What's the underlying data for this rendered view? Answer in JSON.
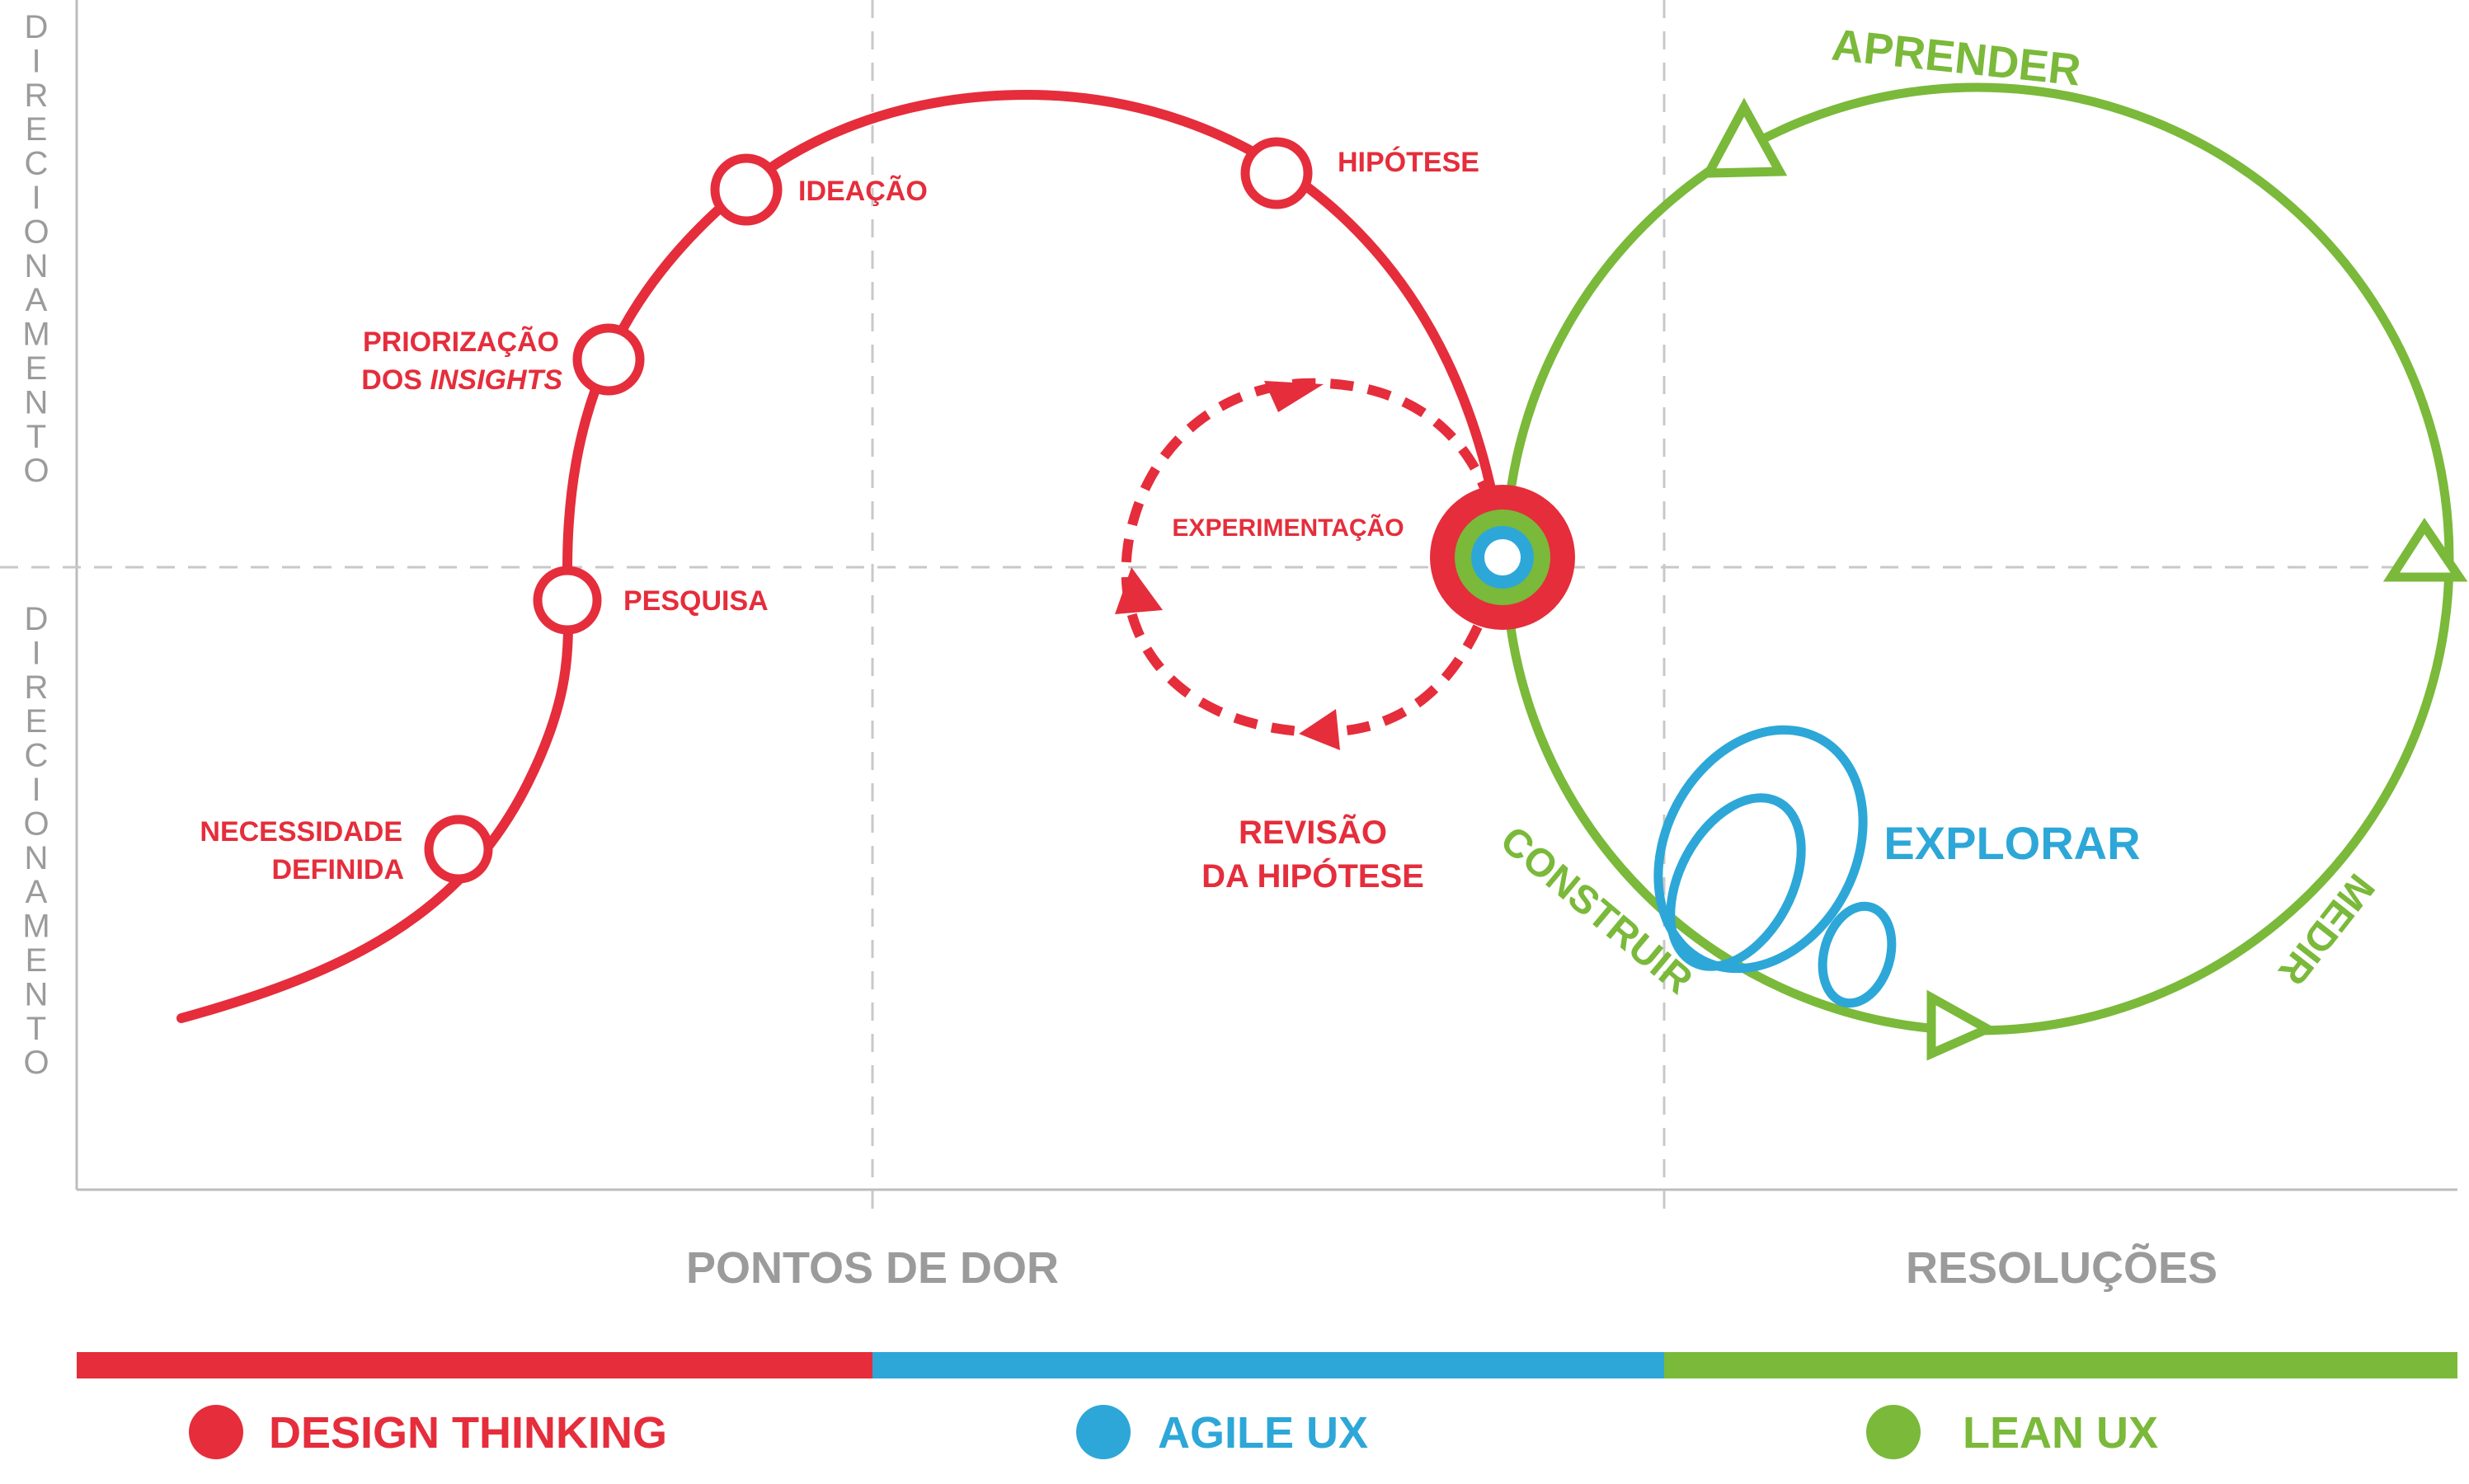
{
  "colors": {
    "red": "#E52D3B",
    "blue": "#2DA7D8",
    "green": "#7AB93A",
    "gray_text": "#9B9B9B",
    "axis": "#BDBDBD",
    "dashed_grid": "#C8C8C8"
  },
  "axes": {
    "y_top_label": "DIRECIONAMENTO",
    "y_bottom_label": "DIRECIONAMENTO",
    "x_left_label": "PONTOS DE DOR",
    "x_right_label": "RESOLUÇÕES"
  },
  "design_thinking_steps": {
    "necessidade_line1": "NECESSIDADE",
    "necessidade_line2": "DEFINIDA",
    "pesquisa": "PESQUISA",
    "priorizacao_line1": "PRIORIZAÇÃO",
    "priorizacao_line2_a": "DOS ",
    "priorizacao_line2_b": "INSIGHTS",
    "ideacao": "IDEAÇÃO",
    "hipotese": "HIPÓTESE",
    "experimentacao": "EXPERIMENTAÇÃO",
    "revisao_line1": "REVISÃO",
    "revisao_line2": "DA HIPÓTESE"
  },
  "lean_cycle": {
    "aprender": "APRENDER",
    "medir": "MEDIR",
    "construir": "CONSTRUIR"
  },
  "agile": {
    "explorar": "EXPLORAR"
  },
  "legend": [
    {
      "name": "DESIGN THINKING",
      "color": "#E52D3B"
    },
    {
      "name": "AGILE UX",
      "color": "#2DA7D8"
    },
    {
      "name": "LEAN UX",
      "color": "#7AB93A"
    }
  ]
}
